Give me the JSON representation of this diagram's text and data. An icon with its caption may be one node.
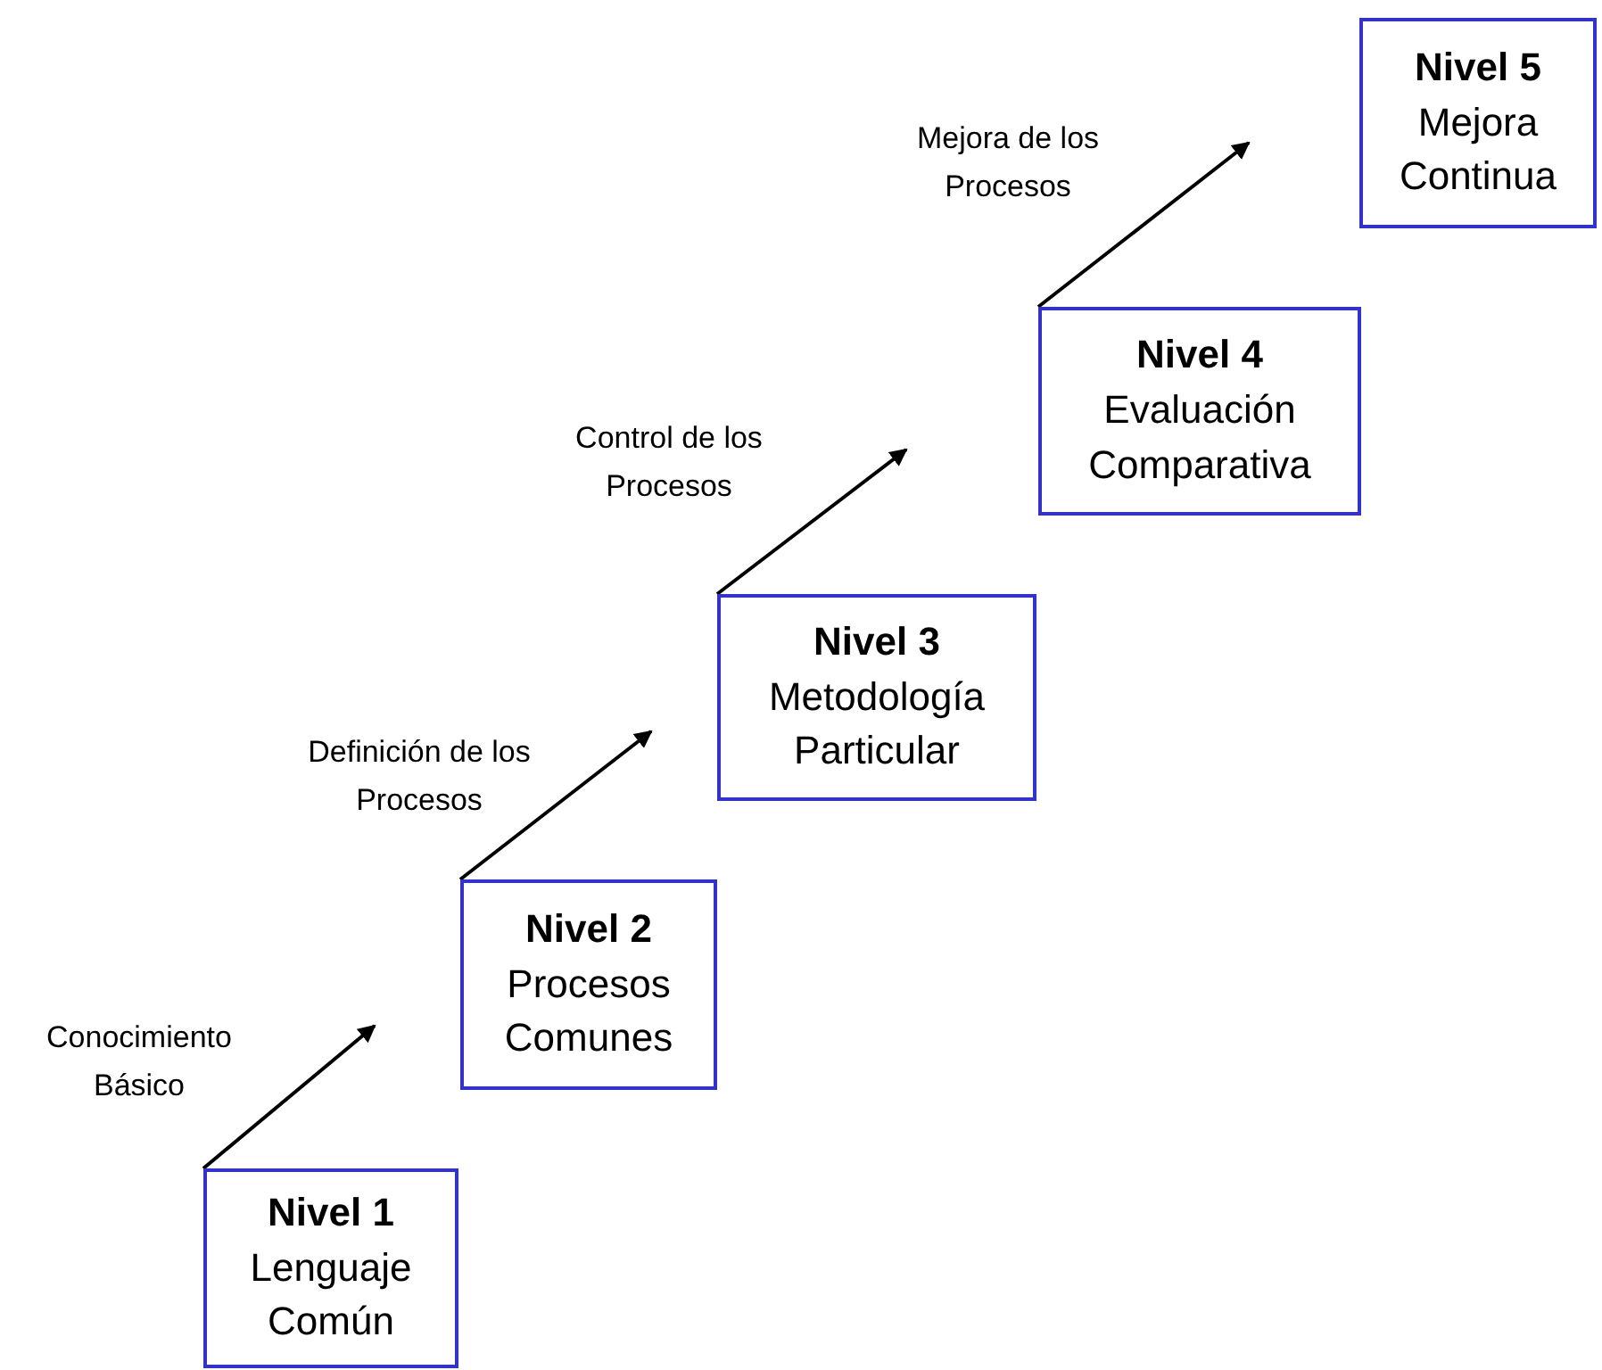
{
  "diagram": {
    "nodes": [
      {
        "text": [
          "Nivel 1",
          "Lenguaje Común"
        ]
      },
      {
        "text": [
          "Nivel 2",
          "Procesos Comunes"
        ]
      },
      {
        "text": [
          "Nivel 3",
          "Metodología Particular"
        ]
      },
      {
        "text": [
          "Nivel 4",
          "Evaluación Comparativa"
        ]
      },
      {
        "text": [
          "Nivel 5",
          "Mejora Continua"
        ]
      }
    ],
    "edges": [
      {
        "from": 0,
        "to": null,
        "arrow": "to",
        "label": "Conocimiento Básico"
      },
      {
        "from": 1,
        "to": null,
        "arrow": "to",
        "label": "Definición de los Procesos"
      },
      {
        "from": 2,
        "to": null,
        "arrow": "to",
        "label": "Control de los Procesos"
      },
      {
        "from": 3,
        "to": null,
        "arrow": "to",
        "label": "Mejora de los Procesos"
      }
    ]
  }
}
